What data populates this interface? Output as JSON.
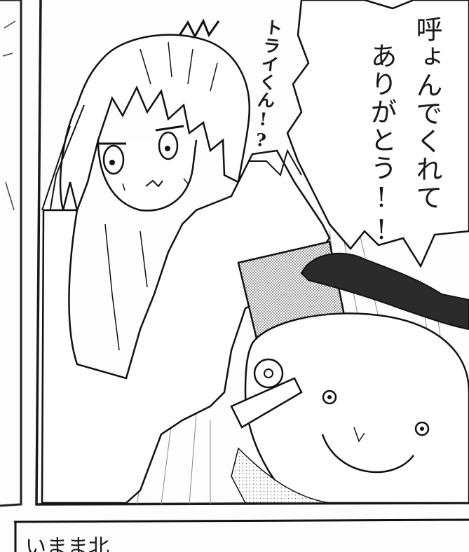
{
  "exclamation_vertical": "トライくん!?",
  "speech_bubble": {
    "col1": "呼ょんでくれて",
    "col2": "ありがとう!!"
  },
  "bottom_caption": "いまま北"
}
